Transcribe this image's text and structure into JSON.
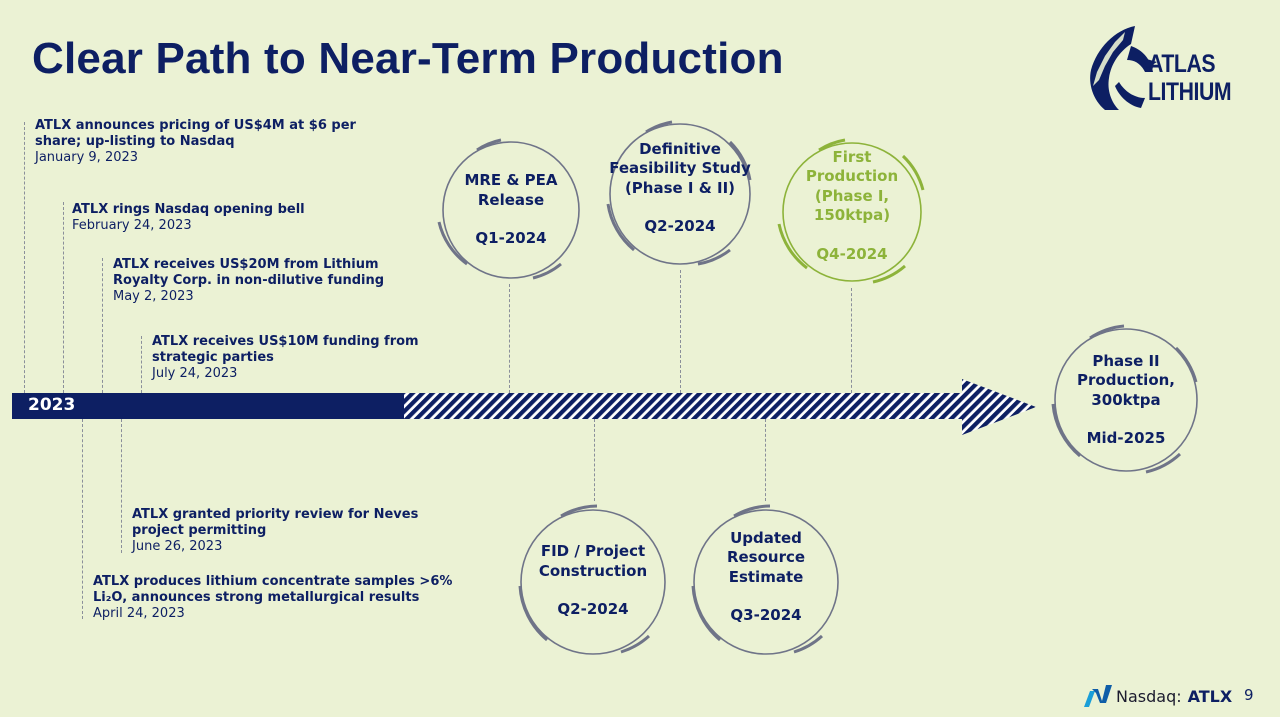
{
  "title": "Clear Path to Near-Term Production",
  "logo": {
    "line1": "ATLAS",
    "line2": "LITHIUM",
    "icon": "eagle-icon"
  },
  "timeline": {
    "year_label": "2023",
    "colors": {
      "navy": "#0d1f63",
      "green": "#8db33a",
      "ring_gray": "#6f7488",
      "background": "#ebf2d4"
    }
  },
  "events_above": [
    {
      "title_lines": [
        "ATLX announces pricing of US$4M at $6 per",
        "share; up-listing to Nasdaq"
      ],
      "date": "January 9, 2023"
    },
    {
      "title_lines": [
        "ATLX rings Nasdaq opening bell"
      ],
      "date": "February 24, 2023"
    },
    {
      "title_lines": [
        "ATLX receives US$20M from Lithium",
        "Royalty Corp. in non-dilutive funding"
      ],
      "date": "May 2, 2023"
    },
    {
      "title_lines": [
        "ATLX receives US$10M funding from",
        "strategic parties"
      ],
      "date": "July 24, 2023"
    }
  ],
  "events_below": [
    {
      "title_lines": [
        "ATLX granted priority review for Neves",
        "project permitting"
      ],
      "date": "June 26, 2023"
    },
    {
      "title_lines": [
        "ATLX produces lithium concentrate samples >6%",
        "Li₂O, announces strong metallurgical results"
      ],
      "date": "April 24, 2023"
    }
  ],
  "milestones": [
    {
      "lines": [
        "MRE & PEA",
        "Release"
      ],
      "when": "Q1-2024",
      "position": "above",
      "highlight": false
    },
    {
      "lines": [
        "Definitive",
        "Feasibility Study",
        "(Phase I & II)"
      ],
      "when": "Q2-2024",
      "position": "above",
      "highlight": false
    },
    {
      "lines": [
        "First",
        "Production",
        "(Phase I,",
        "150ktpa)"
      ],
      "when": "Q4-2024",
      "position": "above",
      "highlight": true
    },
    {
      "lines": [
        "FID / Project",
        "Construction"
      ],
      "when": "Q2-2024",
      "position": "below",
      "highlight": false
    },
    {
      "lines": [
        "Updated",
        "Resource",
        "Estimate"
      ],
      "when": "Q3-2024",
      "position": "below",
      "highlight": false
    },
    {
      "lines": [
        "Phase II",
        "Production,",
        "300ktpa"
      ],
      "when": "Mid-2025",
      "position": "end",
      "highlight": false
    }
  ],
  "footer": {
    "exchange": "Nasdaq:",
    "ticker": "ATLX",
    "page": "9"
  }
}
